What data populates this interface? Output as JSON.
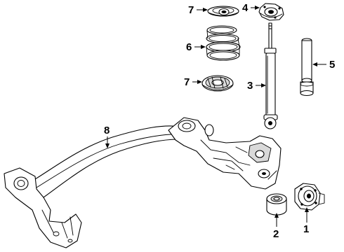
{
  "diagram": {
    "type": "exploded-parts-diagram",
    "callouts": [
      {
        "id": "hub-bearing",
        "label": "1",
        "part": "wheel hub & bearing",
        "icon": "hub-icon"
      },
      {
        "id": "bearing",
        "label": "2",
        "part": "wheel bearing",
        "icon": "bearing-icon"
      },
      {
        "id": "shock",
        "label": "3",
        "part": "shock absorber",
        "icon": "shock-icon"
      },
      {
        "id": "mount",
        "label": "4",
        "part": "upper shock mount",
        "icon": "mount-icon"
      },
      {
        "id": "boot",
        "label": "5",
        "part": "dust boot",
        "icon": "boot-icon"
      },
      {
        "id": "spring",
        "label": "6",
        "part": "coil spring",
        "icon": "spring-icon"
      },
      {
        "id": "insulator-upper",
        "label": "7",
        "part": "upper spring insulator",
        "icon": "insulator-icon"
      },
      {
        "id": "insulator-lower",
        "label": "7",
        "part": "lower spring insulator",
        "icon": "insulator-icon"
      },
      {
        "id": "axle",
        "label": "8",
        "part": "rear axle beam",
        "icon": "axle-beam-icon"
      }
    ],
    "colors": {
      "line": "#000000",
      "fill": "#ffffff",
      "shade": "#d9d9d9"
    }
  }
}
